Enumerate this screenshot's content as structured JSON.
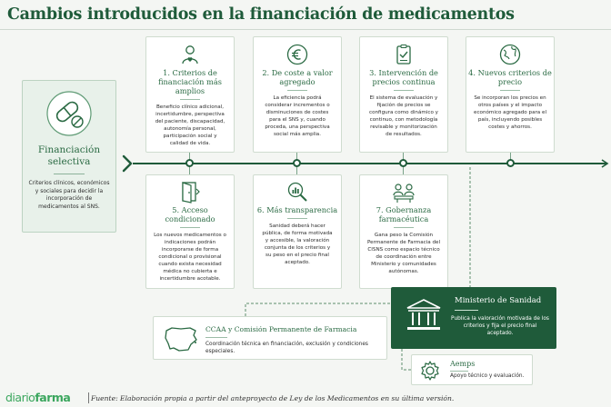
{
  "title": "Cambios introducidos en la financiación de medicamentos",
  "left": {
    "title_line1": "Financiación",
    "title_line2": "selectiva",
    "body": "Criterios clínicos, económicos y sociales para decidir la incorporación de medicamentos al SNS.",
    "icon": "pill-icon"
  },
  "top_cards": [
    {
      "title": "1. Criterios de financiación más amplios",
      "body": "Beneficio clínico adicional, incertidumbre, perspectiva del paciente, discapacidad, autonomía personal, participación social y calidad de vida.",
      "icon": "person-heart-icon"
    },
    {
      "title": "2. De coste a valor agregado",
      "body": "La eficiencia podrá considerar incrementos o disminuciones de costes para el SNS y, cuando proceda, una perspectiva social más amplia.",
      "icon": "euro-coin-icon"
    },
    {
      "title": "3. Intervención de precios continua",
      "body": "El sistema de evaluación y fijación de precios se configura como dinámico y continuo, con metodología revisable y monitorización de resultados.",
      "icon": "clipboard-check-icon"
    },
    {
      "title": "4. Nuevos criterios de precio",
      "body": "Se incorporan los precios en otros países y el impacto económico agregado para el país, incluyendo posibles costes y ahorros.",
      "icon": "globe-icon"
    }
  ],
  "bottom_cards": [
    {
      "title": "5. Acceso condicionado",
      "body": "Los nuevos medicamentos o indicaciones podrán incorporarse de forma condicional o provisional cuando exista necesidad médica no cubierta e incertidumbre acotable.",
      "icon": "door-icon"
    },
    {
      "title": "6. Más transparencia",
      "body": "Sanidad deberá hacer pública, de forma motivada y accesible, la valoración conjunta de los criterios y su peso en el precio final aceptado.",
      "icon": "magnifier-chart-icon"
    },
    {
      "title": "7. Gobernanza farmacéutica",
      "body": "Gana peso la Comisión Permanente de Farmacia del CISNS como espacio técnico de coordinación entre Ministerio y comunidades autónomas.",
      "icon": "meeting-people-icon"
    }
  ],
  "ministerio": {
    "title": "Ministerio de Sanidad",
    "body": "Publica la valoración motivada de los criterios y fija el precio final aceptado.",
    "icon": "government-building-icon"
  },
  "ccaa": {
    "title": "CCAA y Comisión Permanente de Farmacia",
    "body": "Coordinación técnica en financiación, exclusión y condiciones especiales.",
    "icon": "spain-map-icon"
  },
  "aemps": {
    "title": "Aemps",
    "body": "Apoyo técnico y evaluación.",
    "icon": "gear-icon"
  },
  "footer": {
    "logo_light": "diario",
    "logo_bold": "farma",
    "source": "Fuente: Elaboración propia a partir del anteproyecto de Ley de los Medicamentos en su última versión."
  },
  "colors": {
    "brand_green": "#1f5b3a",
    "accent_green": "#2a6a43",
    "logo_green": "#3aa65d",
    "light_panel": "#e8f1ea"
  }
}
